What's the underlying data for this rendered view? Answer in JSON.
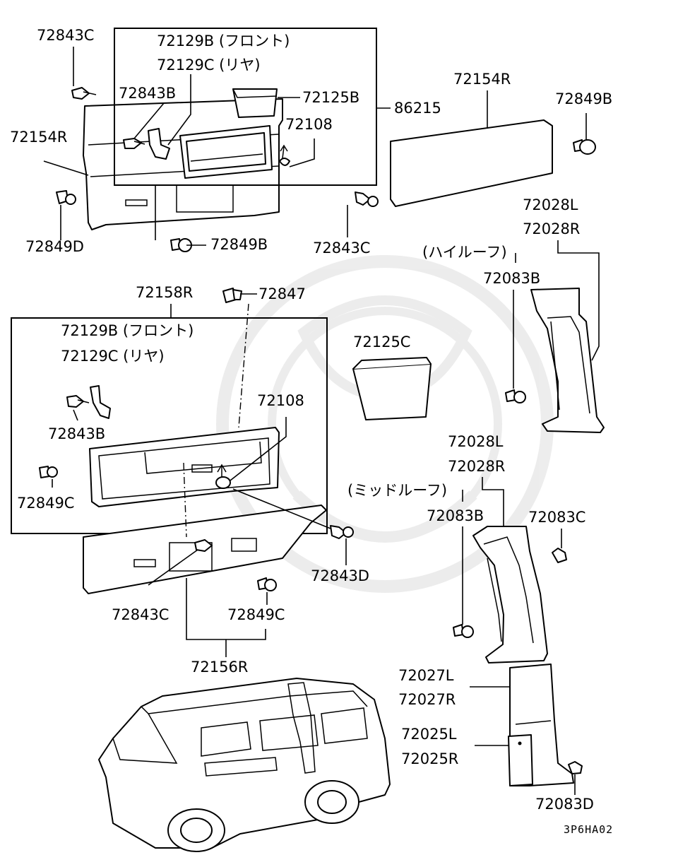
{
  "colors": {
    "ink": "#000000",
    "paper": "#ffffff",
    "watermark": "#d9d9d9"
  },
  "diagram_code": "3P6HA02",
  "labels": {
    "l_72843C_a": "72843C",
    "l_72129B_a": "72129B (フロント)",
    "l_72129C_a": "72129C (リヤ)",
    "l_72843B_a": "72843B",
    "l_72125B": "72125B",
    "l_86215": "86215",
    "l_72108_a": "72108",
    "l_72154R_a": "72154R",
    "l_72154R_b": "72154R",
    "l_72849B_a": "72849B",
    "l_72849B_b": "72849B",
    "l_72849D": "72849D",
    "l_72843C_b": "72843C",
    "l_72028L_a": "72028L",
    "l_72028R_a": "72028R",
    "l_highroof": "(ハイルーフ)",
    "l_72083B_a": "72083B",
    "l_72158R": "72158R",
    "l_72847": "72847",
    "l_72129B_b": "72129B (フロント)",
    "l_72129C_b": "72129C (リヤ)",
    "l_72125C": "72125C",
    "l_72108_b": "72108",
    "l_72843B_b": "72843B",
    "l_72849C_a": "72849C",
    "l_72028L_b": "72028L",
    "l_72028R_b": "72028R",
    "l_midroof": "(ミッドルーフ)",
    "l_72083B_b": "72083B",
    "l_72083C": "72083C",
    "l_72843D": "72843D",
    "l_72843C_c": "72843C",
    "l_72849C_b": "72849C",
    "l_72156R": "72156R",
    "l_72027L": "72027L",
    "l_72027R": "72027R",
    "l_72025L": "72025L",
    "l_72025R": "72025R",
    "l_72083D": "72083D"
  }
}
